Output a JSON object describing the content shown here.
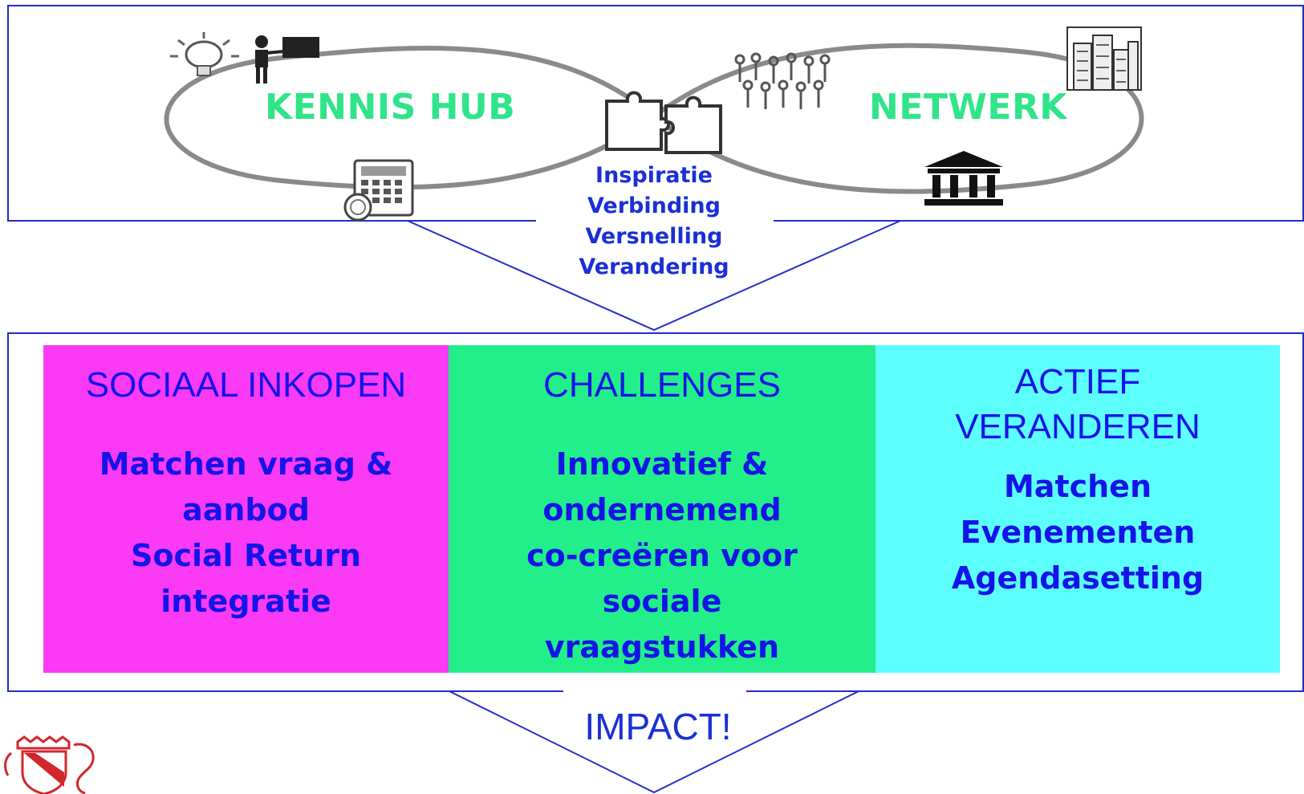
{
  "top": {
    "left_loop_label": "KENNIS HUB",
    "right_loop_label": "NETWERK",
    "values": [
      "Inspiratie",
      "Verbinding",
      "Versnelling",
      "Verandering"
    ],
    "icons": [
      "lightbulb-icon",
      "presenter-icon",
      "calculator-icon",
      "puzzle-icon",
      "crowd-icon",
      "buildings-icon",
      "institution-icon",
      "city-crest-icon"
    ]
  },
  "panels": [
    {
      "title": "SOCIAAL INKOPEN",
      "lines": [
        "Matchen vraag &",
        "aanbod",
        "Social Return",
        "integratie"
      ],
      "color": "#fa3af5"
    },
    {
      "title": "CHALLENGES",
      "lines": [
        "Innovatief &",
        "ondernemend",
        "co-creëren voor",
        "sociale",
        "vraagstukken"
      ],
      "color": "#22ef89"
    },
    {
      "title": "ACTIEF VERANDEREN",
      "lines": [
        "Matchen",
        "Evenementen",
        "Agendasetting"
      ],
      "color": "#5cfefe"
    }
  ],
  "impact": "IMPACT!",
  "colors": {
    "frame": "#1f2ec9",
    "loop_label": "#2fe58a",
    "text_blue": "#1414e8",
    "crest": "#d3262a"
  }
}
